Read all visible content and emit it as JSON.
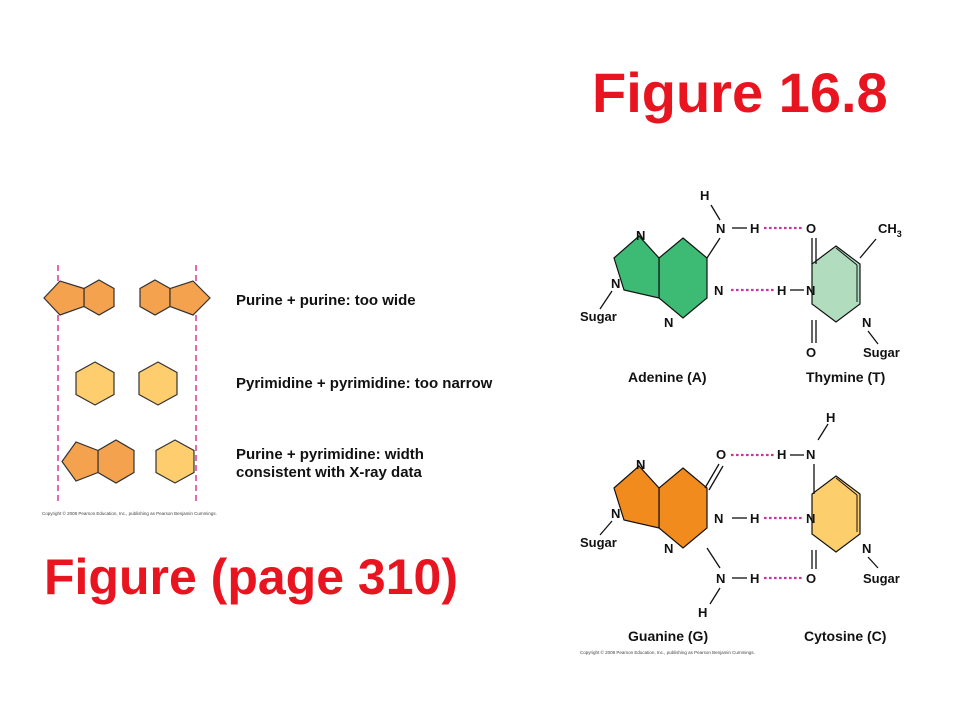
{
  "figure_title": "Figure 16.8",
  "page_title": "Figure (page 310)",
  "width_panel": {
    "rows": [
      {
        "label": "Purine + purine: too wide"
      },
      {
        "label": "Pyrimidine + pyrimidine: too narrow"
      },
      {
        "label_line1": "Purine + pyrimidine: width",
        "label_line2": "consistent with X-ray data"
      }
    ],
    "copyright": "Copyright © 2008 Pearson Education, Inc., publishing as Pearson Benjamin Cummings.",
    "colors": {
      "purine": "#f4a24e",
      "pyrimidine": "#fdcd6e",
      "guide": "#d9389b"
    }
  },
  "base_pairs": {
    "at": {
      "left_name": "Adenine (A)",
      "right_name": "Thymine (T)",
      "atoms": {
        "H": "H",
        "N": "N",
        "O": "O",
        "sugar": "Sugar",
        "ch3": "CH",
        "ch3_sub": "3"
      },
      "colors": {
        "adenine": "#3dba74",
        "thymine": "#b2dcbe"
      }
    },
    "gc": {
      "left_name": "Guanine (G)",
      "right_name": "Cytosine (C)",
      "atoms": {
        "H": "H",
        "N": "N",
        "O": "O",
        "sugar": "Sugar"
      },
      "colors": {
        "guanine": "#f28b1e",
        "cytosine": "#fdcf6c"
      }
    },
    "hbond_color": "#c7359e",
    "copyright": "Copyright © 2008 Pearson Education, Inc., publishing as Pearson Benjamin Cummings."
  }
}
